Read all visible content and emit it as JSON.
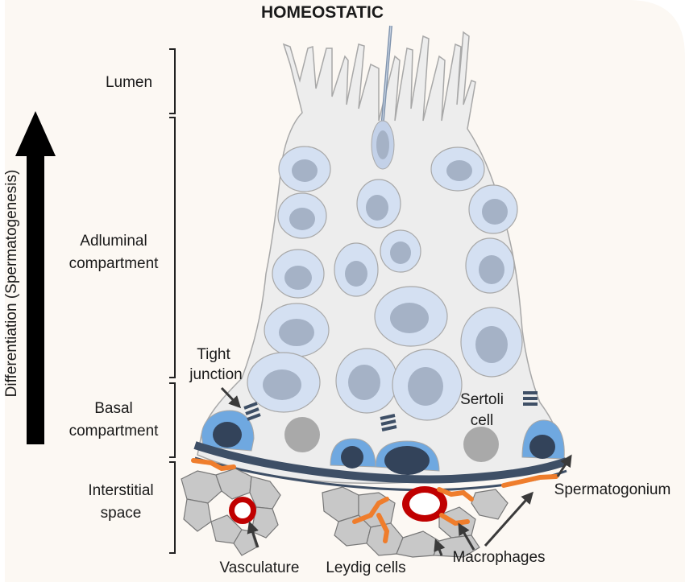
{
  "title": "HOMEOSTATIC",
  "axis_label": "Differentiation (Spermatogenesis)",
  "compartments": {
    "lumen": "Lumen",
    "adluminal_line1": "Adluminal",
    "adluminal_line2": "compartment",
    "basal_line1": "Basal",
    "basal_line2": "compartment",
    "interstitial_line1": "Interstitial",
    "interstitial_line2": "space"
  },
  "labels": {
    "tight_junction_line1": "Tight",
    "tight_junction_line2": "junction",
    "sertoli_line1": "Sertoli",
    "sertoli_line2": "cell",
    "spermatogonium": "Spermatogonium",
    "vasculature": "Vasculature",
    "leydig": "Leydig cells",
    "macrophages": "Macrophages"
  },
  "colors": {
    "background_panel": "#fcf8f3",
    "epithelium": "#ededed",
    "outline": "#a8a8a8",
    "germ_cell": "#d4e0f2",
    "germ_nucleus": "#a5b2c6",
    "spermatogonium": "#6fa8e0",
    "dark_nucleus": "#33435a",
    "basement_membrane": "#3e4f66",
    "sertoli_nucleus": "#a9a9a9",
    "vessel_red": "#c00000",
    "macrophage_orange": "#ef7d2c",
    "interstitial_cell": "#c8c8c8"
  }
}
